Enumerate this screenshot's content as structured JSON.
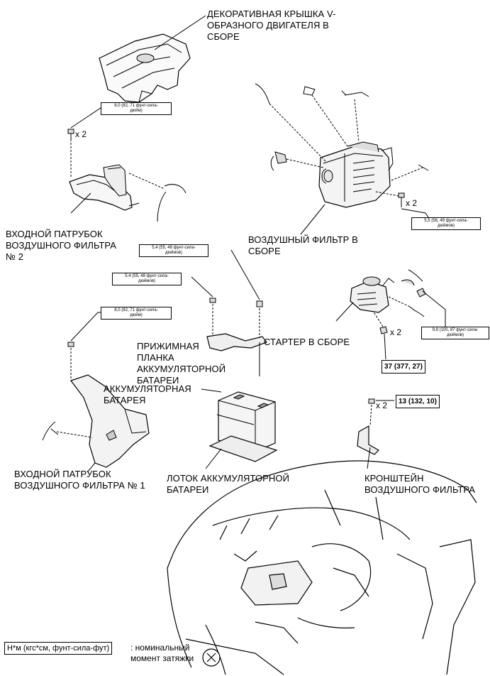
{
  "labels": {
    "cover": "ДЕКОРАТИВНАЯ КРЫШКА V-\nОБРАЗНОГО ДВИГАТЕЛЯ В\nСБОРЕ",
    "inlet2": "ВХОДНОЙ ПАТРУБОК\nВОЗДУШНОГО ФИЛЬТРА\n№ 2",
    "air_filter": "ВОЗДУШНЫЙ ФИЛЬТР В\nСБОРЕ",
    "clamp": "ПРИЖИМНАЯ\nПЛАНКА\nАККУМУЛЯТОРНОЙ\nБАТАРЕИ",
    "battery": "АККУМУЛЯТОРНАЯ\nБАТАРЕЯ",
    "starter": "СТАРТЕР В СБОРЕ",
    "inlet1": "ВХОДНОЙ ПАТРУБОК\nВОЗДУШНОГО ФИЛЬТРА № 1",
    "tray": "ЛОТОК АККУМУЛЯТОРНОЙ\nБАТАРЕИ",
    "bracket": "КРОНШТЕЙН\nВОЗДУШНОГО ФИЛЬТРА"
  },
  "torque": {
    "inlet2_bolt": "8,0 (82, 71 фунт-сила-\nдюйм)",
    "filter_bolt": "5,5 (56, 49 фунт-сила-\nдюймов)",
    "clamp_nut": "5,4 (55, 48 фунт-сила-\nдюймов)",
    "clamp_bolt": "5,4 (55, 48 фунт-сила-\nдюймов)",
    "inlet1_bolt": "8,0 (82, 71 фунт-сила-\nдюйм)",
    "starter_nut": "9,8 (100, 87 фунт-сила-\nдюймов)",
    "starter_bolt": "37 (377, 27)",
    "bracket_bolt": "13 (132, 10)"
  },
  "quantities": {
    "inlet2": "x 2",
    "filter": "x 2",
    "starter": "x 2",
    "bracket": "x 2"
  },
  "legend": {
    "unit": "Н*м (кгс*см, фунт-сила-фут)",
    "note": ": номинальный\nмомент затяжки"
  }
}
